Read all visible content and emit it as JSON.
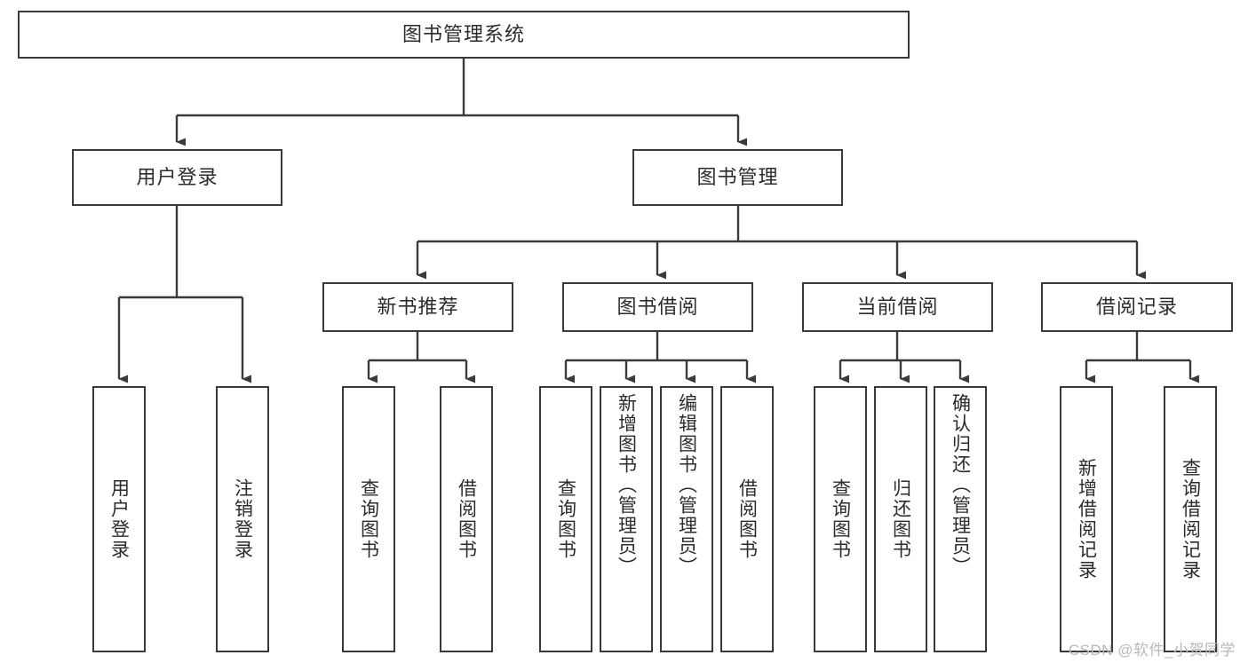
{
  "diagram": {
    "title": "图书管理系统",
    "type": "tree-hierarchy-chart",
    "colors": {
      "box_border": "#3a3a3a",
      "box_fill": "#ffffff",
      "text": "#2b2b2b",
      "edge": "#3a3a3a",
      "watermark": "#b9b9b9",
      "background": "#ffffff"
    },
    "root": {
      "label": "图书管理系统"
    },
    "level2": [
      {
        "label": "用户登录"
      },
      {
        "label": "图书管理"
      }
    ],
    "level3": [
      {
        "label": "新书推荐"
      },
      {
        "label": "图书借阅"
      },
      {
        "label": "当前借阅"
      },
      {
        "label": "借阅记录"
      }
    ],
    "leaves": {
      "user_login": [
        {
          "label": "用户登录"
        },
        {
          "label": "注销登录"
        }
      ],
      "new_book_recommend": [
        {
          "label": "查询图书"
        },
        {
          "label": "借阅图书"
        }
      ],
      "book_borrow": [
        {
          "label": "查询图书"
        },
        {
          "label": "新增图书（管理员）"
        },
        {
          "label": "编辑图书（管理员）"
        },
        {
          "label": "借阅图书"
        }
      ],
      "current_borrow": [
        {
          "label": "查询图书"
        },
        {
          "label": "归还图书"
        },
        {
          "label": "确认归还（管理员）"
        }
      ],
      "borrow_record": [
        {
          "label": "新增借阅记录"
        },
        {
          "label": "查询借阅记录"
        }
      ]
    },
    "watermark": "CSDN @软件_小贺同学"
  }
}
